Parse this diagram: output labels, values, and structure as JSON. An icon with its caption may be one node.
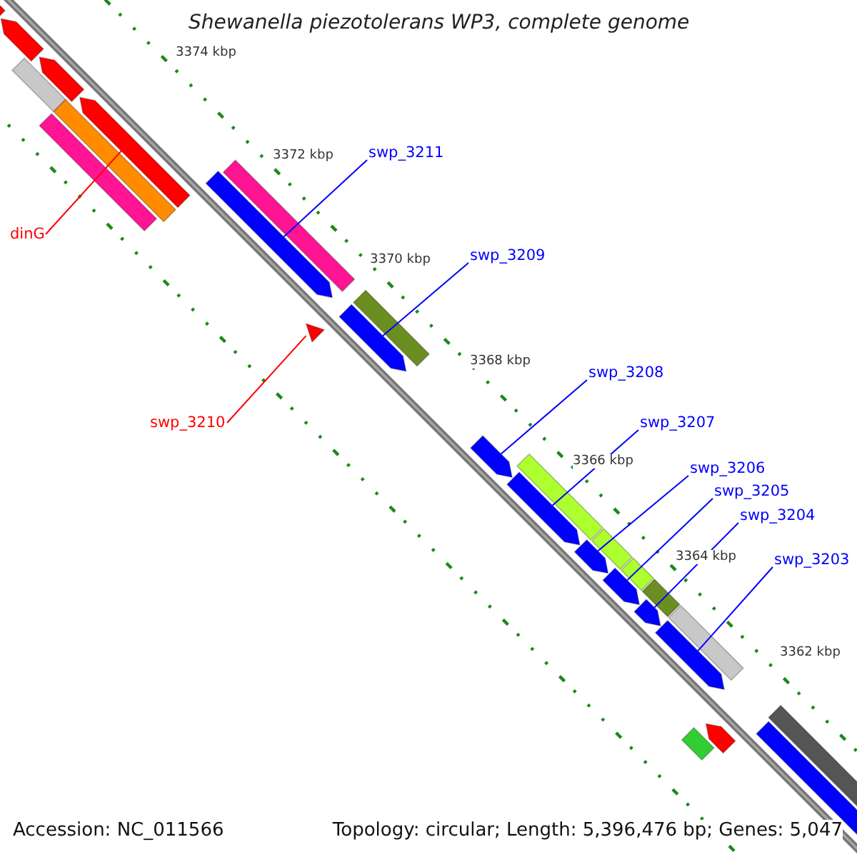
{
  "diagram": {
    "title": "Shewanella piezotolerans WP3, complete genome",
    "nodes": [
      {
        "text": [
          "dinG"
        ]
      },
      {
        "text": [],
        "shape": "bar"
      },
      {
        "text": [
          "swp_3211"
        ]
      },
      {
        "text": [],
        "shape": "bar"
      },
      {
        "text": [
          "swp_3209"
        ]
      },
      {
        "text": [],
        "shape": "bar"
      },
      {
        "text": [
          "swp_3210"
        ]
      },
      {
        "text": [],
        "shape": "triangle"
      },
      {
        "text": [
          "swp_3208"
        ]
      },
      {
        "text": [],
        "shape": "bar"
      },
      {
        "text": [
          "swp_3207"
        ]
      },
      {
        "text": [],
        "shape": "bar"
      },
      {
        "text": [
          "swp_3206"
        ]
      },
      {
        "text": [],
        "shape": "bar"
      },
      {
        "text": [
          "swp_3205"
        ]
      },
      {
        "text": [],
        "shape": "bar"
      },
      {
        "text": [
          "swp_3204"
        ]
      },
      {
        "text": [],
        "shape": "bar"
      },
      {
        "text": [
          "swp_3203"
        ]
      },
      {
        "text": [],
        "shape": "bar"
      }
    ],
    "edges": [
      {
        "from": 0,
        "to": 1,
        "arrow": "none",
        "color": "#ff0000"
      },
      {
        "from": 2,
        "to": 3,
        "arrow": "none"
      },
      {
        "from": 4,
        "to": 5,
        "arrow": "none"
      },
      {
        "from": 6,
        "to": 7,
        "arrow": "none",
        "color": "#ff0000"
      },
      {
        "from": 8,
        "to": 9,
        "arrow": "none"
      },
      {
        "from": 10,
        "to": 11,
        "arrow": "none"
      },
      {
        "from": 12,
        "to": 13,
        "arrow": "none"
      },
      {
        "from": 14,
        "to": 15,
        "arrow": "none"
      },
      {
        "from": 16,
        "to": 17,
        "arrow": "none"
      },
      {
        "from": 18,
        "to": 19,
        "arrow": "none"
      }
    ],
    "labels": [
      "3374 kbp",
      "3372 kbp",
      "3370 kbp",
      "3368 kbp",
      "3366 kbp",
      "3364 kbp",
      "3362 kbp",
      "Accession: NC_011566",
      "Topology: circular; Length: 5,396,476 bp; Genes: 5,047"
    ]
  }
}
